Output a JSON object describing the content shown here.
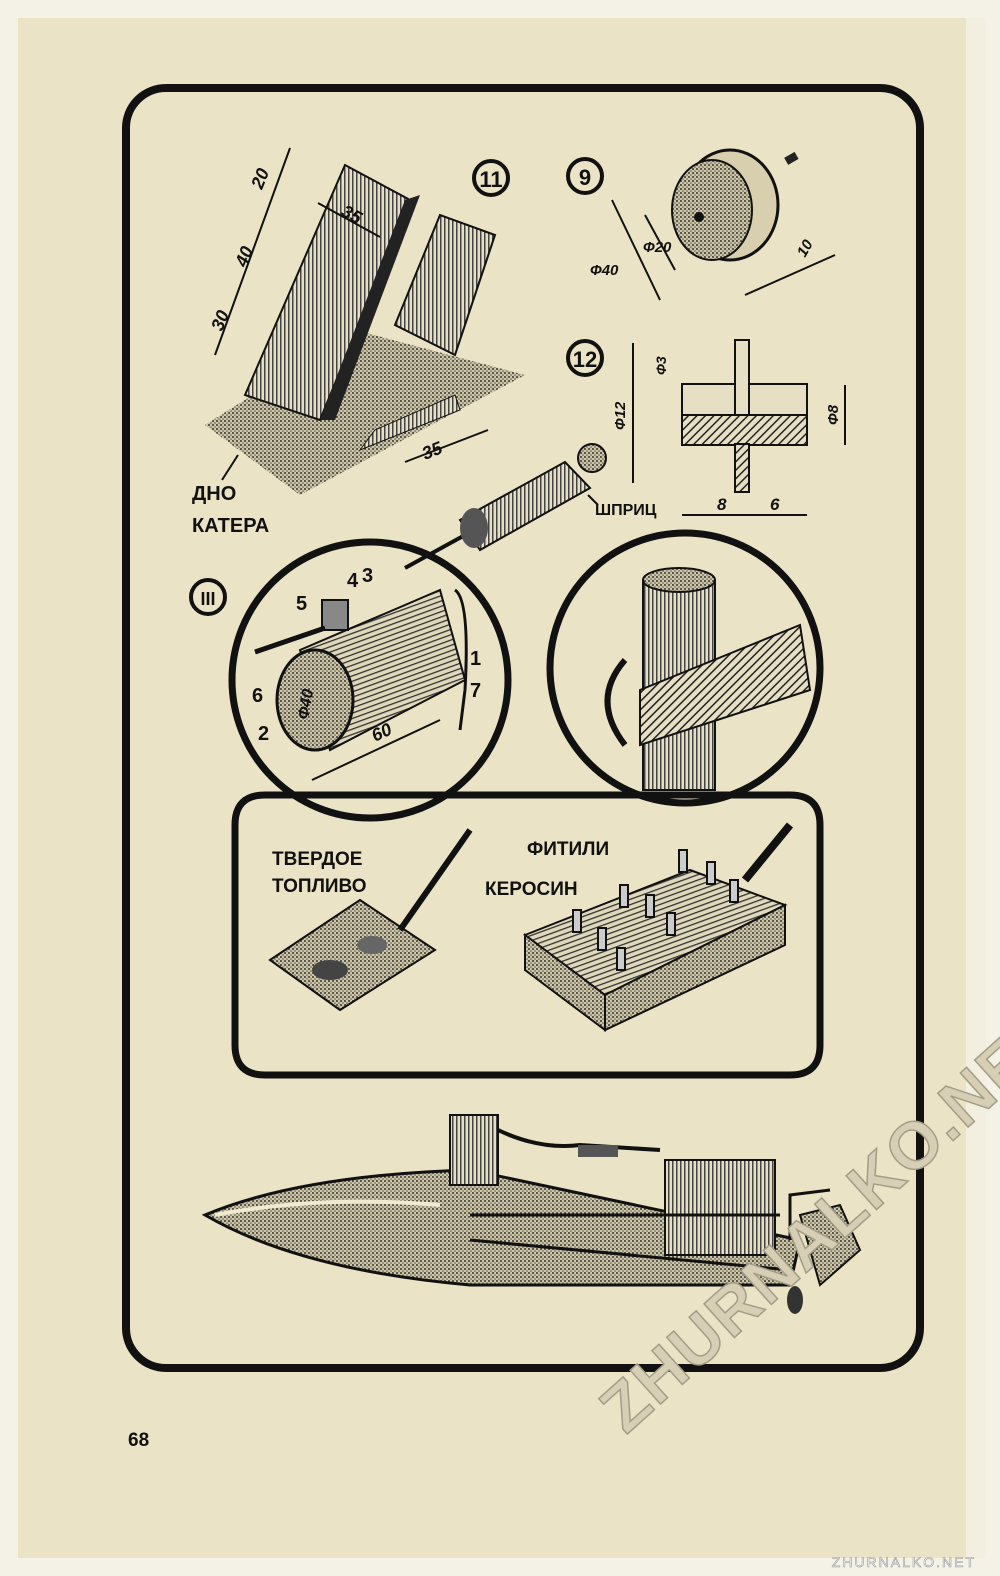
{
  "figures": {
    "fig11": {
      "number": "11",
      "dims": [
        "20",
        "35",
        "40",
        "30",
        "35"
      ],
      "label_line1": "ДНО",
      "label_line2": "КАТЕРА"
    },
    "fig9": {
      "number": "9",
      "dims": [
        "Ф40",
        "Ф20",
        "10"
      ]
    },
    "fig12": {
      "number": "12",
      "dims": [
        "Ф3",
        "Ф12",
        "Ф8",
        "8",
        "6"
      ]
    },
    "syringe": {
      "label": "ШПРИЦ"
    },
    "fig3": {
      "number": "III",
      "parts": [
        "1",
        "2",
        "3",
        "4",
        "5",
        "6",
        "7"
      ],
      "dims": [
        "Ф40",
        "60"
      ]
    },
    "fuel": {
      "solid_line1": "ТВЕРДОЕ",
      "solid_line2": "ТОПЛИВО",
      "wicks": "ФИТИЛИ",
      "kerosene": "КЕРОСИН"
    }
  },
  "page_number": "68",
  "watermark": "ZHURNALKO.NET",
  "watermark_small": "ZHURNALKO.NET"
}
